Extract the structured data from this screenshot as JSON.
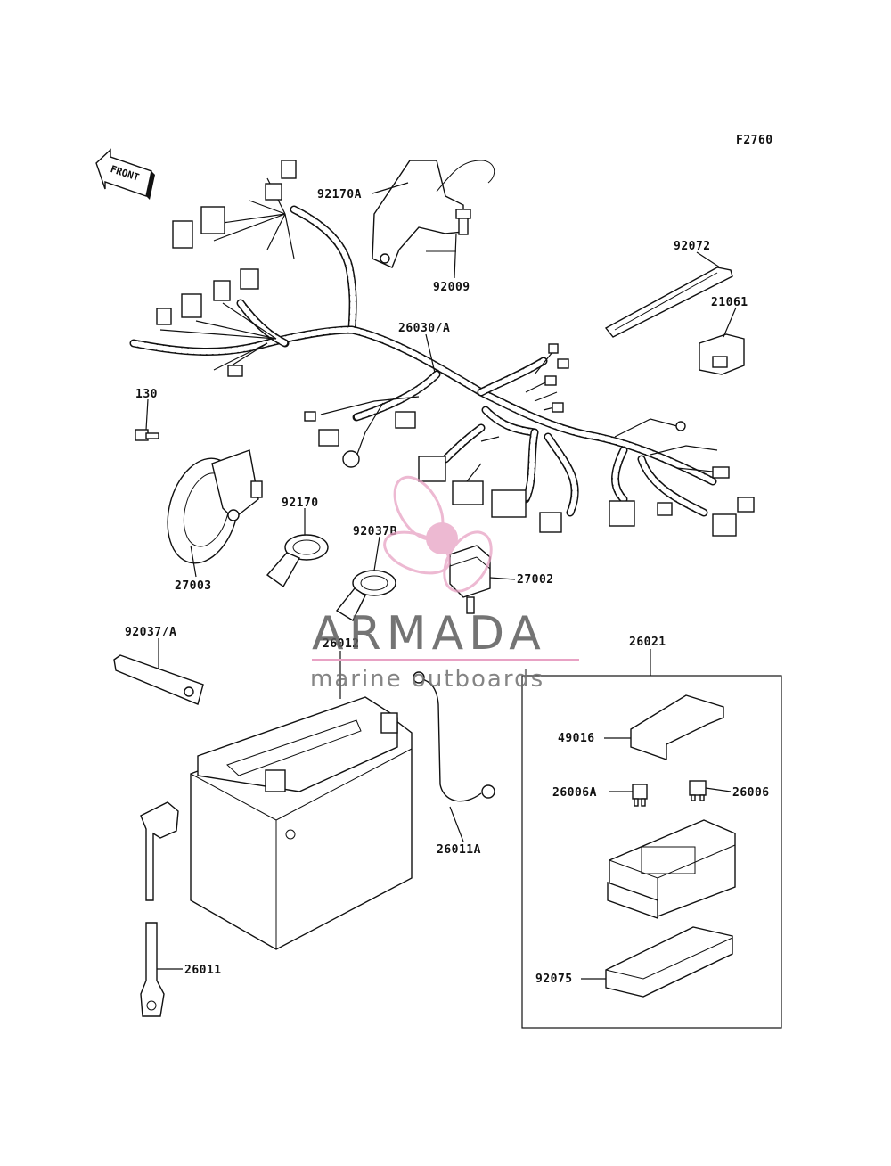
{
  "figure_code": "F2760",
  "front_label": "FRONT",
  "labels": {
    "p92170A": "92170A",
    "p92009": "92009",
    "p92072": "92072",
    "p21061": "21061",
    "p26030A": "26030/A",
    "p130": "130",
    "p27003": "27003",
    "p92170": "92170",
    "p92037B": "92037B",
    "p27002": "27002",
    "p92037A": "92037/A",
    "p26012": "26012",
    "p26021": "26021",
    "p49016": "49016",
    "p26006A": "26006A",
    "p26006": "26006",
    "p26011A": "26011A",
    "p26011": "26011",
    "p92075": "92075"
  },
  "watermark": {
    "title": "ARMADA",
    "subtitle": "marine outboards",
    "logo": "propeller-logo",
    "accent_color": "#e8a2c4",
    "text_color": "#5c5c5c"
  }
}
